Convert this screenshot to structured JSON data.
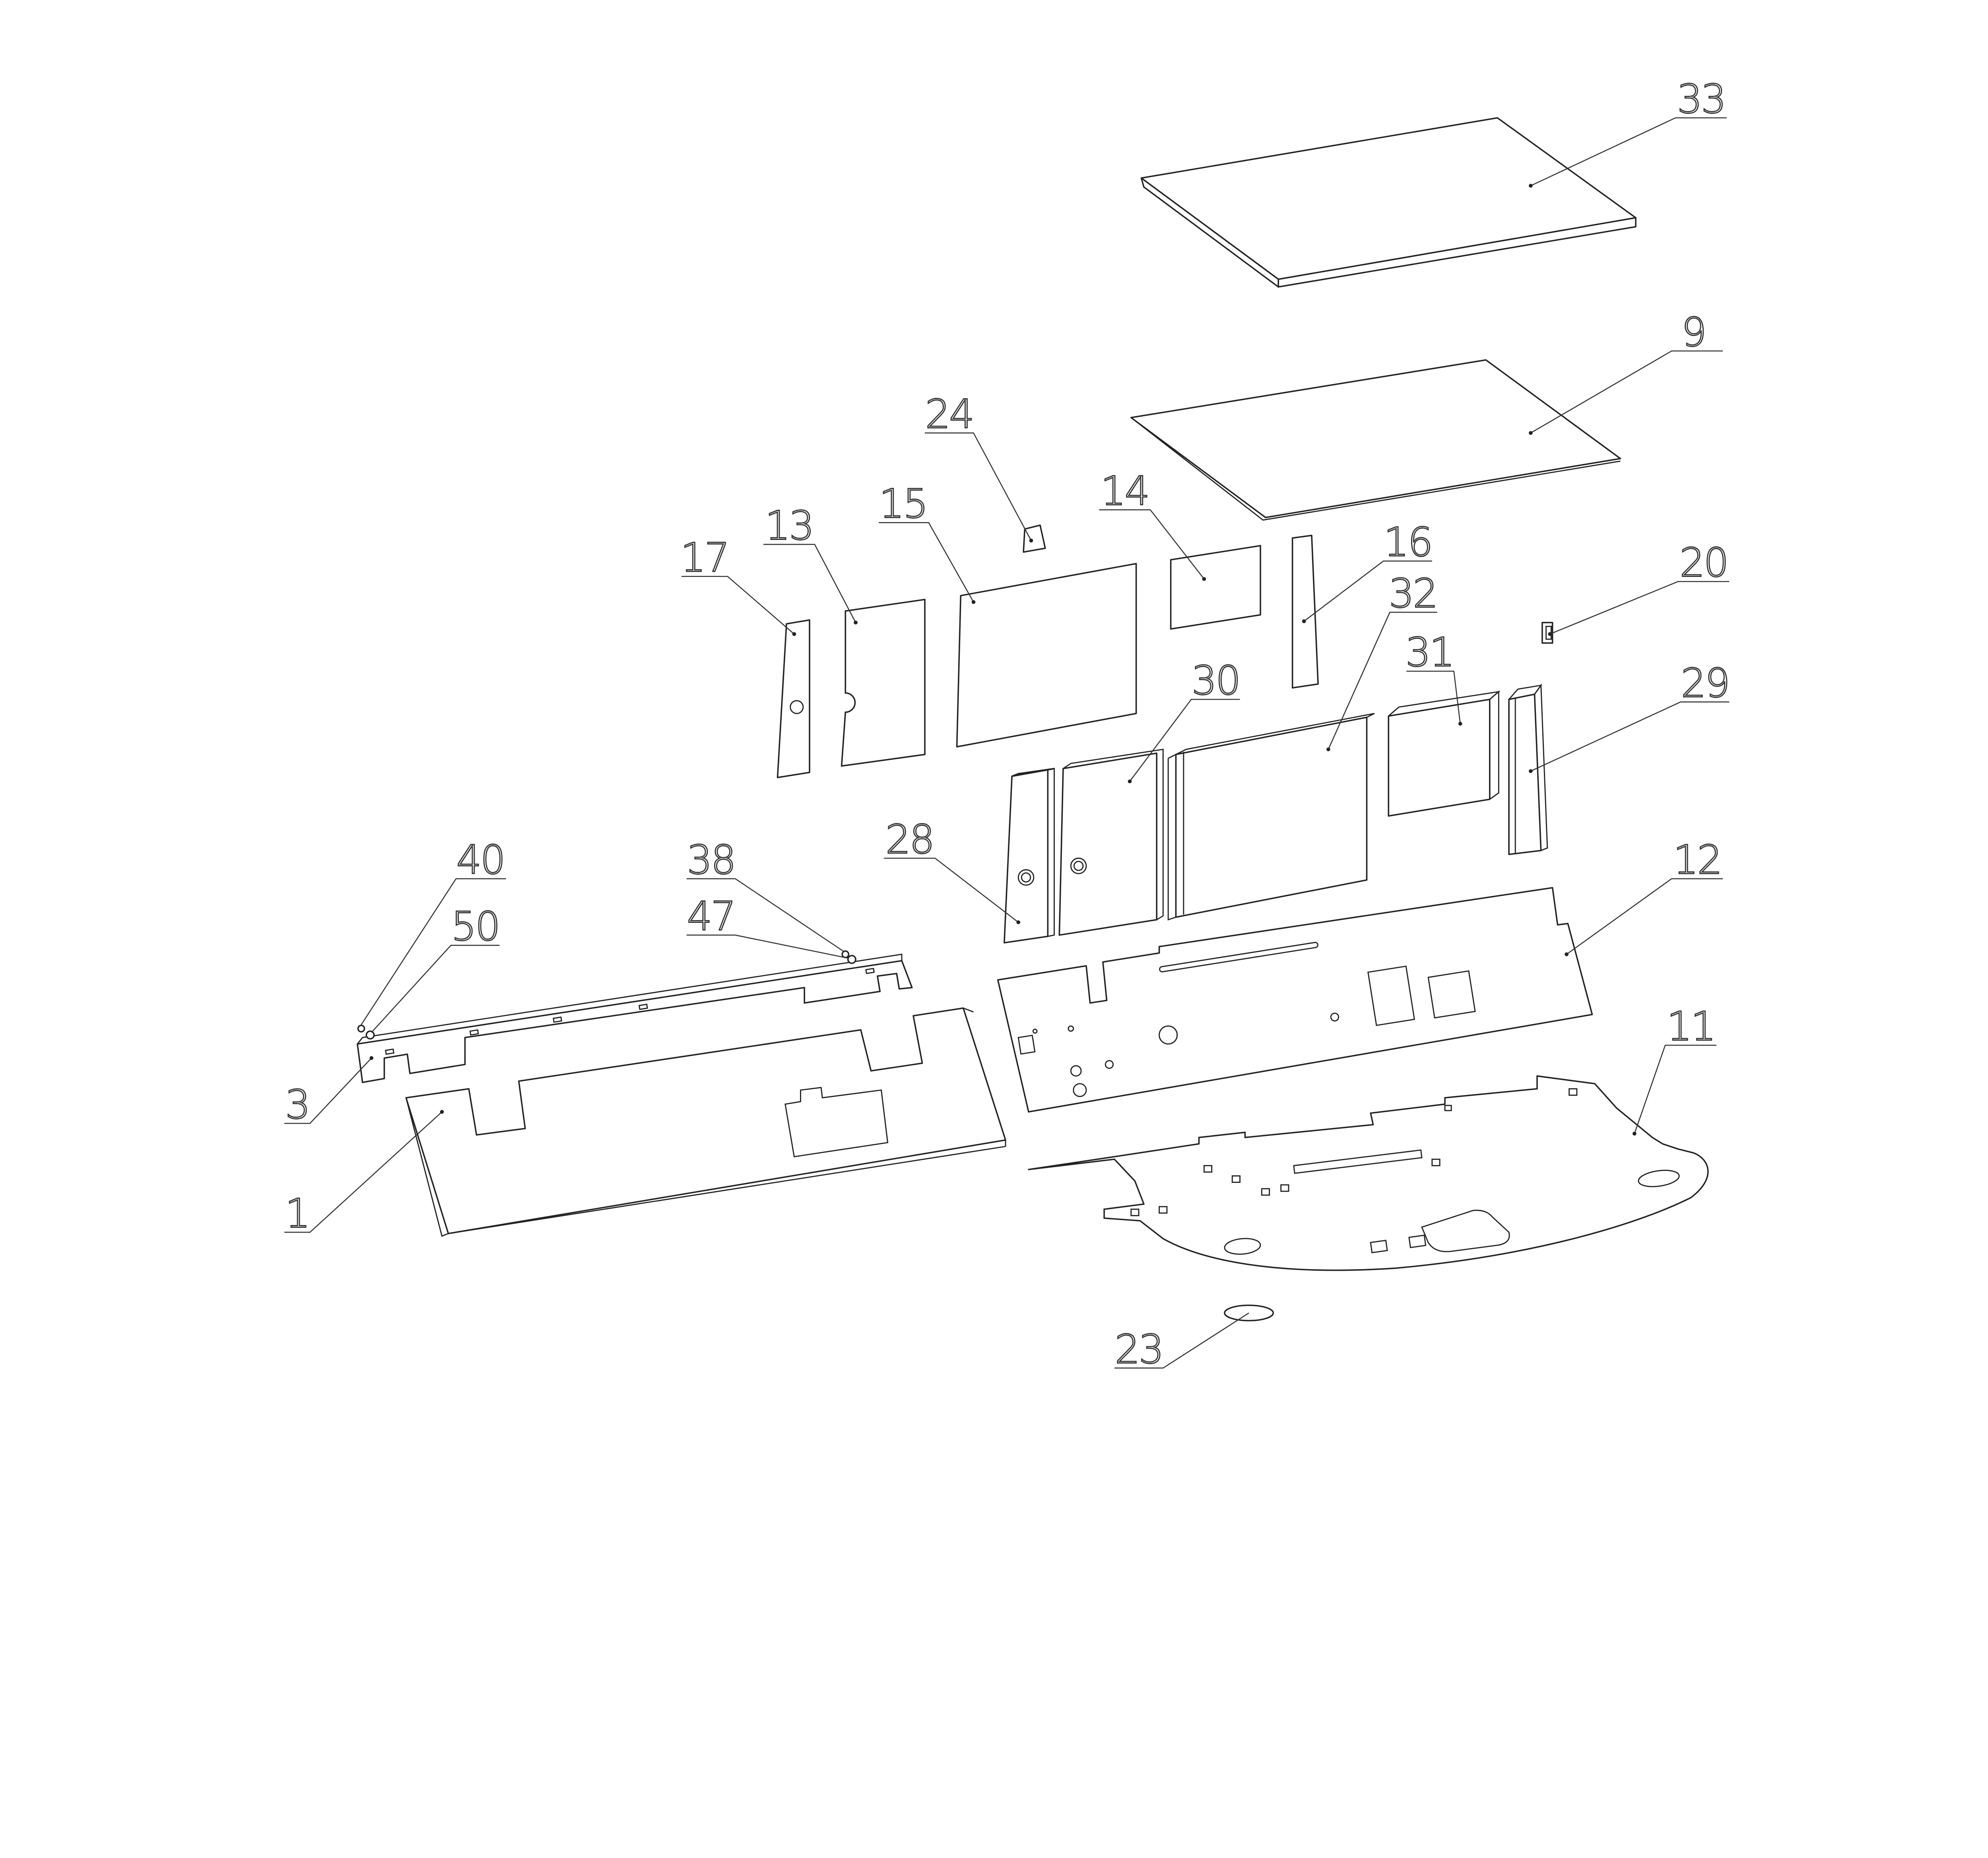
{
  "diagram": {
    "type": "exploded assembly view",
    "callouts": {
      "p33": "33",
      "p9": "9",
      "p24": "24",
      "p14": "14",
      "p16": "16",
      "p20": "20",
      "p17": "17",
      "p13": "13",
      "p15": "15",
      "p32": "32",
      "p30": "30",
      "p31": "31",
      "p29": "29",
      "p28": "28",
      "p12": "12",
      "p40": "40",
      "p50": "50",
      "p38": "38",
      "p47": "47",
      "p3": "3",
      "p11": "11",
      "p1": "1",
      "p23": "23"
    }
  }
}
